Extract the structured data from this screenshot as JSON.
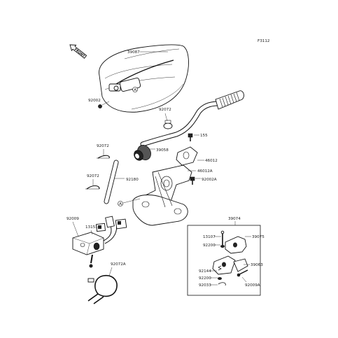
{
  "figure_id": "F3112",
  "front_label": "FRONT",
  "callouts": {
    "c39087": "39087",
    "c92002": "92002",
    "c92072_top": "92072",
    "c155": "155",
    "c39058": "39058",
    "c46012": "46012",
    "c92072_mid": "92072",
    "c92072_low": "92072",
    "c92180": "92180",
    "c46012A": "46012A",
    "c92002A": "92002A",
    "c92009": "92009",
    "c13151": "13151",
    "c92072A": "92072A",
    "c39074": "39074",
    "c13107": "13107",
    "c39075": "39075",
    "c92200_a": "92200",
    "c39063": "39063",
    "c92144": "92144",
    "c92200_b": "92200",
    "c92033": "92033",
    "c92009A": "92009A"
  },
  "markers": {
    "ref_a_upper": "A",
    "ref_a_lower": "A"
  }
}
